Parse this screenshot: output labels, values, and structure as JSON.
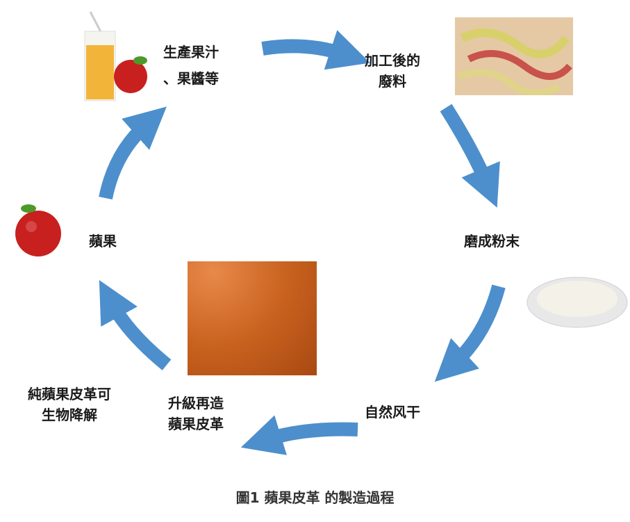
{
  "labels": {
    "juice": [
      "生產果汁",
      "、果醬等"
    ],
    "waste": [
      "加工後的",
      "廢料"
    ],
    "powder": "磨成粉末",
    "dry": "自然风干",
    "leather": [
      "升級再造",
      "蘋果皮革"
    ],
    "biodegrade": [
      "純蘋果皮革可",
      "生物降解"
    ],
    "apple": "蘋果"
  },
  "caption": "圖1  蘋果皮革 的製造過程",
  "colors": {
    "arrow": "#4d8fcc",
    "leather": "#c9621f",
    "apple": "#c8201f"
  }
}
